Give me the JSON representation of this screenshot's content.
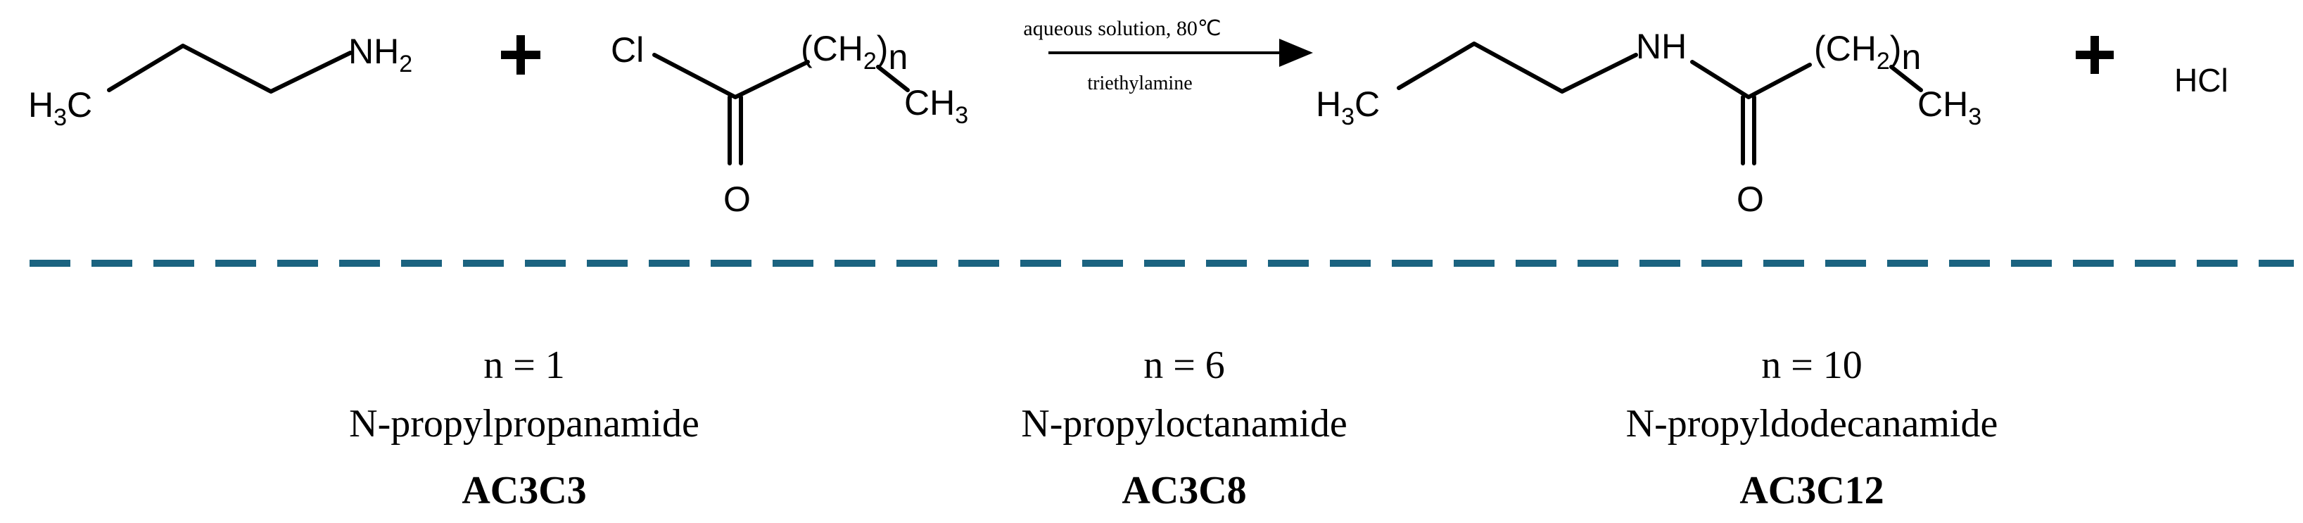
{
  "colors": {
    "divider": "#1b6380",
    "ink": "#000000",
    "background": "#ffffff"
  },
  "reaction": {
    "amine": {
      "methyl": "H",
      "methyl_sub": "3",
      "methyl_c": "C",
      "amino": "NH",
      "amino_sub": "2"
    },
    "acyl_chloride": {
      "chlorine": "Cl",
      "oxygen": "O",
      "chain_open": "(CH",
      "chain_sub": "2",
      "chain_close": ")",
      "chain_n": "n",
      "terminal_c": "CH",
      "terminal_sub": "3"
    },
    "arrow": {
      "condition_top": "aqueous solution, 80℃",
      "condition_bottom": "triethylamine"
    },
    "product": {
      "methyl": "H",
      "methyl_sub": "3",
      "methyl_c": "C",
      "imino": "NH",
      "oxygen": "O",
      "chain_open": "(CH",
      "chain_sub": "2",
      "chain_close": ")",
      "chain_n": "n",
      "terminal_c": "CH",
      "terminal_sub": "3"
    },
    "byproduct": "HCl",
    "plus_sign": "+"
  },
  "compounds": [
    {
      "n_label": "n = 1",
      "name": "N-propylpropanamide",
      "code": "AC3C3"
    },
    {
      "n_label": "n = 6",
      "name": "N-propyloctanamide",
      "code": "AC3C8"
    },
    {
      "n_label": "n = 10",
      "name": "N-propyldodecanamide",
      "code": "AC3C12"
    }
  ]
}
